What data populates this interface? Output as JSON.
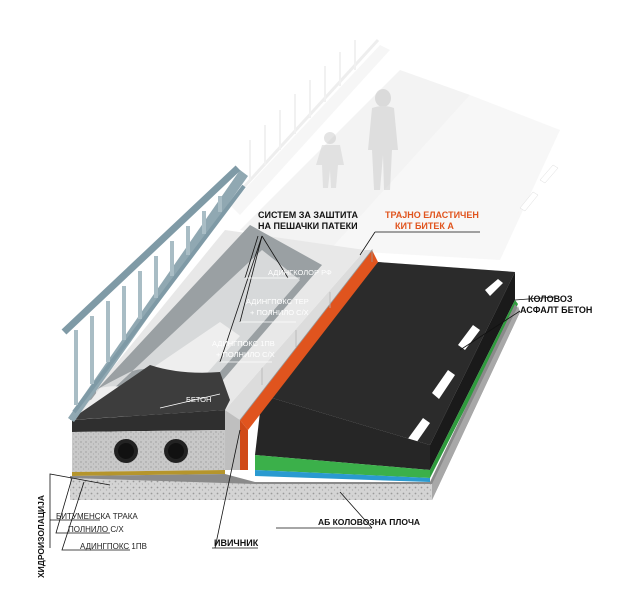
{
  "labels": {
    "sistem_line1": "СИСТЕМ ЗА ЗАШТИТА",
    "sistem_line2": "НА ПЕШАЧКИ ПАТЕКИ",
    "adingkolor": "АДИНГКОЛОР РФ",
    "adingpoks_ter_line1": "АДИНГПОКС ТЕР",
    "adingpoks_ter_line2": "+ ПОЛНИЛО С/Х",
    "adingpoks_1pv_line1": "АДИНГПОКС 1ПВ",
    "adingpoks_1pv_line2": "+ ПОЛНИЛО С/Х",
    "beton": "БЕТОН",
    "trajno_line1": "ТРАЈНО ЕЛАСТИЧЕН",
    "trajno_line2": "КИТ БИТЕК А",
    "kolovoz_line1": "КОЛОВОЗ",
    "kolovoz_line2": "АСФАЛТ БЕТОН",
    "ab_plocha": "АБ КОЛОВОЗНА ПЛОЧА",
    "ivichnik": "ИВИЧНИК",
    "hidroizolacija": "ХИДРОИЗОЛАЦИЈА",
    "bitumenska": "БИТУМЕНСКА ТРАКА",
    "polnilo": "ПОЛНИЛО С/Х",
    "adingpoks_1pv_leg": "АДИНГПОКС 1ПВ"
  },
  "colors": {
    "asphalt": "#2b2b2b",
    "sealant": "#e0541e",
    "bitumen_label": "#b5952c",
    "polnilo_label": "#3aa04a",
    "adingpoks_label": "#2a7fb0",
    "green_layer": "#3bb04a",
    "blue_layer": "#2a9ad0",
    "railing": "#7f9aa6"
  }
}
